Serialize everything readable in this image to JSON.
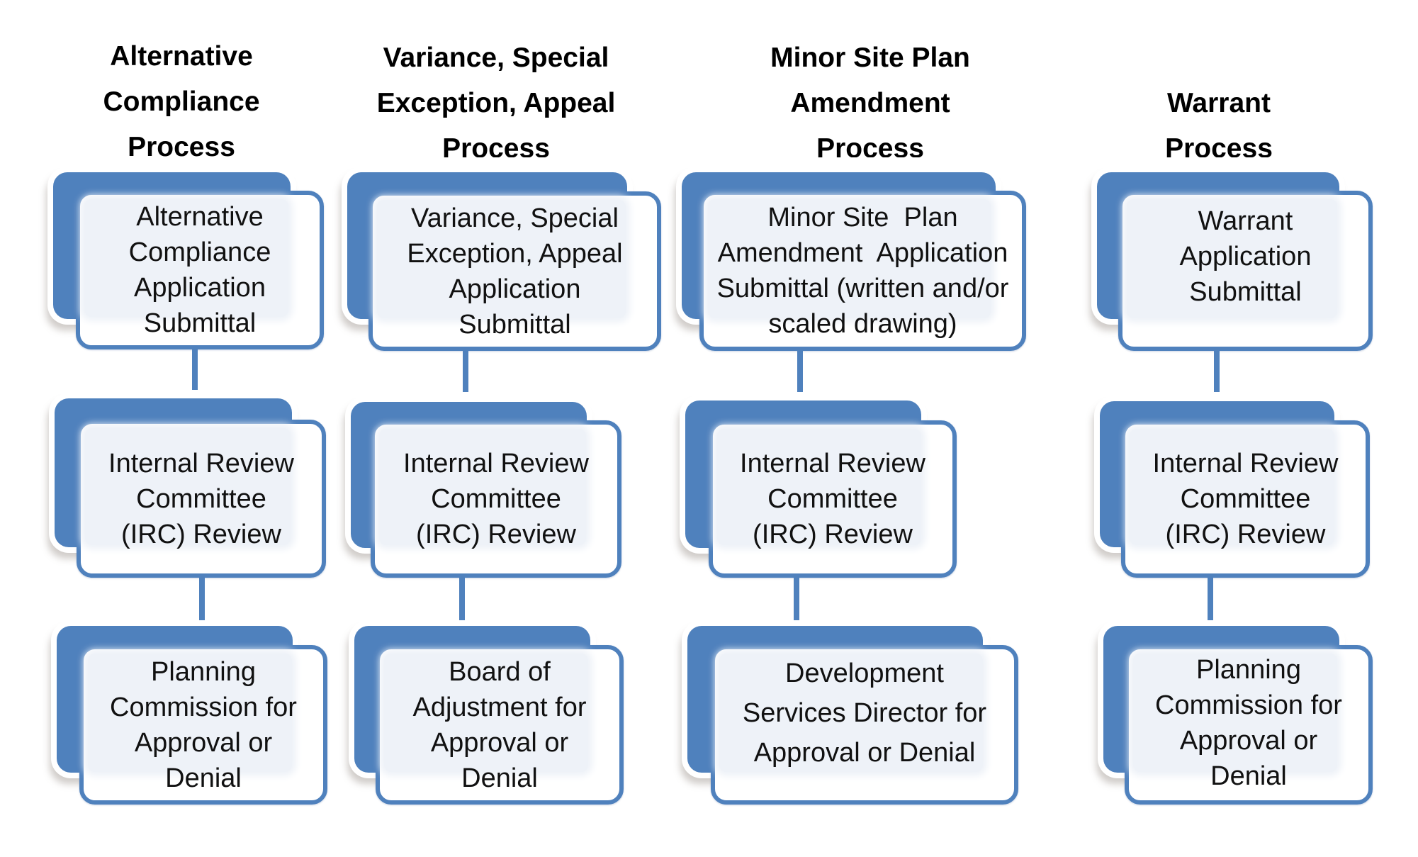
{
  "diagram": {
    "accent_color": "#4F81BD",
    "columns": [
      {
        "title_lines": [
          "Alternative",
          "Compliance",
          "Process"
        ],
        "steps": [
          {
            "lines": [
              "Alternative",
              "Compliance",
              "Application",
              "Submittal"
            ]
          },
          {
            "lines": [
              "Internal Review",
              "Committee",
              "(IRC) Review"
            ]
          },
          {
            "lines": [
              "Planning",
              "Commission for",
              "Approval or",
              "Denial"
            ]
          }
        ]
      },
      {
        "title_lines": [
          "Variance, Special",
          "Exception, Appeal",
          "Process"
        ],
        "steps": [
          {
            "lines": [
              "Variance, Special",
              "Exception, Appeal",
              "Application",
              "Submittal"
            ]
          },
          {
            "lines": [
              "Internal Review",
              "Committee",
              "(IRC) Review"
            ]
          },
          {
            "lines": [
              "Board of",
              "Adjustment for",
              "Approval or",
              "Denial"
            ]
          }
        ]
      },
      {
        "title_lines": [
          "Minor Site Plan",
          "Amendment",
          "Process"
        ],
        "steps": [
          {
            "lines": [
              "Minor Site  Plan",
              "Amendment  Application",
              "Submittal (written and/or",
              "scaled drawing)"
            ]
          },
          {
            "lines": [
              "Internal Review",
              "Committee",
              "(IRC) Review"
            ]
          },
          {
            "lines": [
              "Development",
              "Services Director for",
              "Approval or Denial"
            ]
          }
        ]
      },
      {
        "title_lines": [
          "",
          "Warrant",
          "Process"
        ],
        "steps": [
          {
            "lines": [
              "Warrant",
              "Application",
              "Submittal"
            ]
          },
          {
            "lines": [
              "Internal Review",
              "Committee",
              "(IRC) Review"
            ]
          },
          {
            "lines": [
              "Planning",
              "Commission for",
              "Approval or",
              "Denial"
            ]
          }
        ]
      }
    ]
  }
}
